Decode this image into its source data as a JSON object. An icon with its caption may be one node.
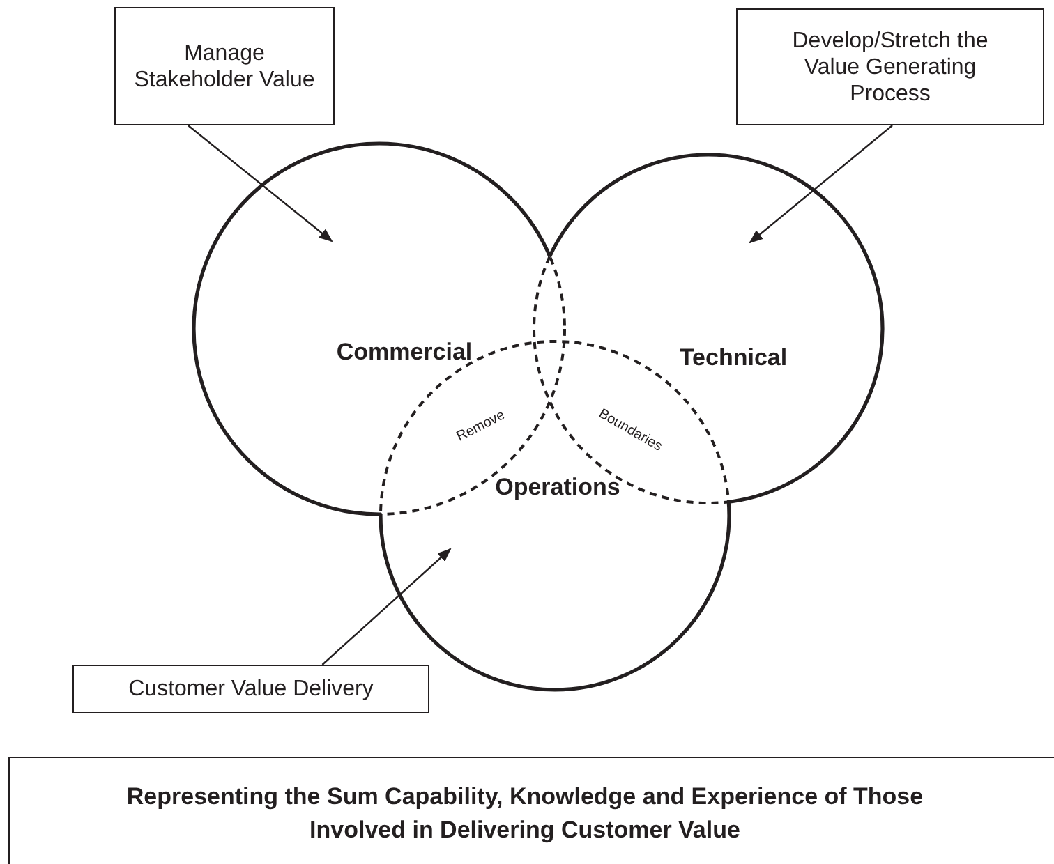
{
  "diagram": {
    "nodes": [
      {
        "text": [
          "Manage Stakeholder Value"
        ]
      },
      {
        "text": [
          "Develop/Stretch the Value Generating Process"
        ]
      },
      {
        "text": [
          "Commercial"
        ]
      },
      {
        "text": [
          "Technical"
        ]
      },
      {
        "text": [
          "Operations"
        ]
      },
      {
        "text": [
          "Customer Value Delivery"
        ]
      },
      {
        "text": [
          "Representing the Sum Capability, Knowledge and Experience of Those Involved in Delivering Customer Value"
        ]
      }
    ],
    "edges": [
      {
        "from": 0,
        "to": 2,
        "arrow": "to"
      },
      {
        "from": 1,
        "to": 3,
        "arrow": "to"
      },
      {
        "from": 5,
        "to": 4,
        "arrow": "to"
      }
    ],
    "labels": [
      "Remove",
      "Boundaries"
    ]
  }
}
